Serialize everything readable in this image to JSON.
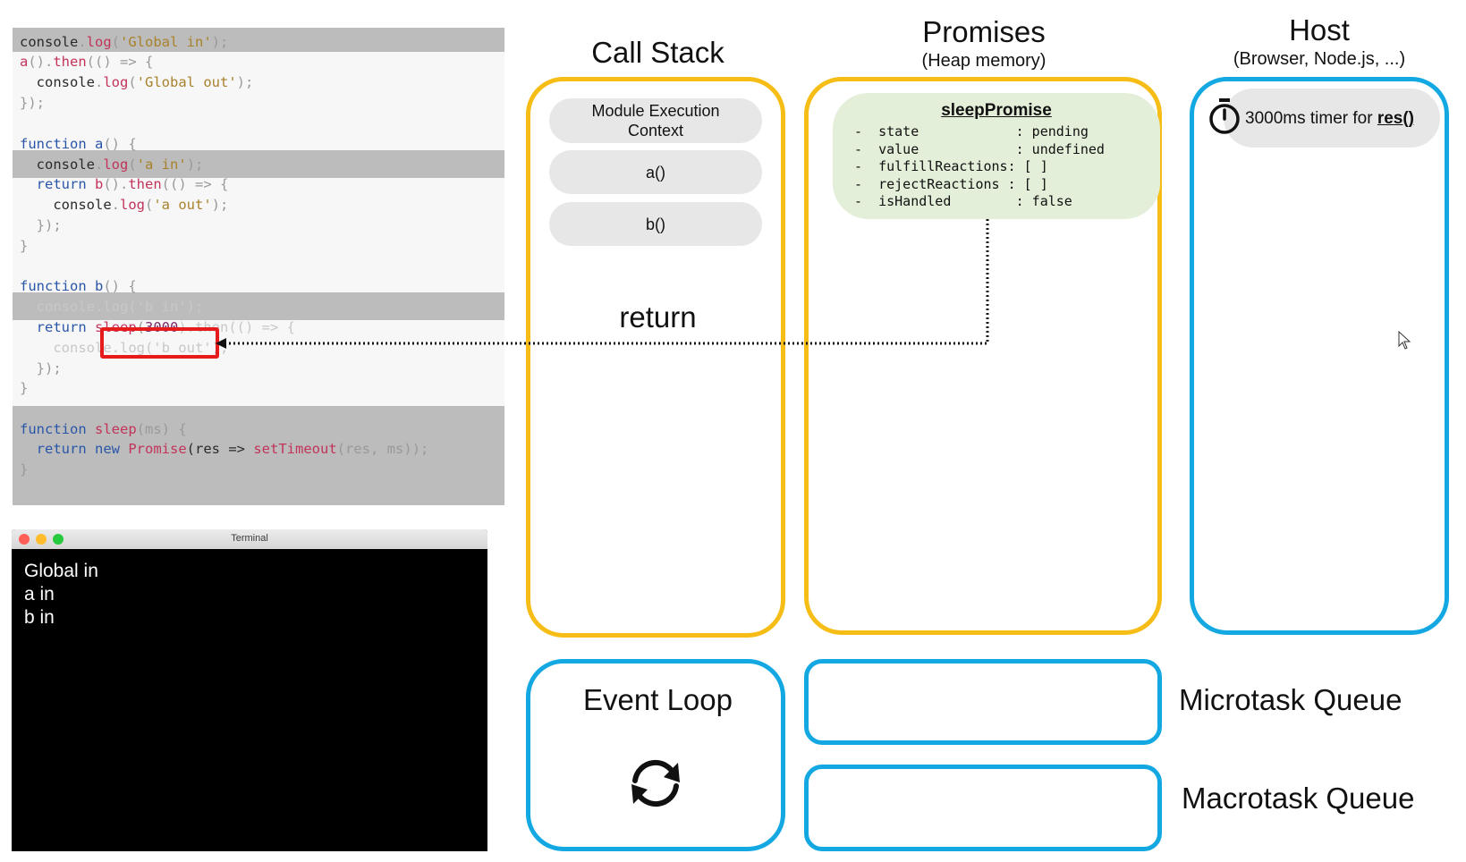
{
  "code": {
    "lines": [
      [
        "console",
        ".",
        "log",
        "(",
        "'Global in'",
        ");"
      ],
      [
        "a",
        "().",
        "then",
        "(() => {"
      ],
      [
        "  console",
        ".",
        "log",
        "(",
        "'Global out'",
        ");"
      ],
      [
        "});"
      ],
      [
        ""
      ],
      [
        "function",
        " ",
        "a",
        "() {"
      ],
      [
        "  console",
        ".",
        "log",
        "(",
        "'a in'",
        ");"
      ],
      [
        "  return",
        " ",
        "b",
        "().",
        "then",
        "(() => {"
      ],
      [
        "    console",
        ".",
        "log",
        "(",
        "'a out'",
        ");"
      ],
      [
        "  });"
      ],
      [
        "}"
      ],
      [
        ""
      ],
      [
        "function",
        " ",
        "b",
        "() {"
      ],
      [
        "  console.log('b in');"
      ],
      [
        "  return",
        " ",
        "sleep",
        "(",
        "3000",
        ").then(() => {"
      ],
      [
        "    console.log('b out');"
      ],
      [
        "  });"
      ],
      [
        "}"
      ],
      [
        ""
      ],
      [
        "function",
        " ",
        "sleep",
        "(ms) {"
      ],
      [
        "  return",
        " ",
        "new",
        " ",
        "Promise",
        "(res => ",
        "setTimeout",
        "(res, ms));"
      ],
      [
        "}"
      ]
    ]
  },
  "terminal": {
    "title": "Terminal",
    "lines": [
      "Global in",
      "a in",
      "b in"
    ]
  },
  "call_stack": {
    "title": "Call Stack",
    "frames": [
      "Module Execution Context",
      "a()",
      "b()"
    ],
    "return_label": "return"
  },
  "promises": {
    "title": "Promises",
    "subtitle": "(Heap memory)",
    "promise": {
      "name": "sleepPromise",
      "fields": [
        "-  state            : pending",
        "-  value            : undefined",
        "-  fulfillReactions: [ ]",
        "-  rejectReactions : [ ]",
        "-  isHandled        : false"
      ]
    }
  },
  "host": {
    "title": "Host",
    "subtitle": "(Browser, Node.js, ...)",
    "timer_prefix": "3000ms timer for",
    "timer_callback": "res()"
  },
  "event_loop": {
    "title": "Event Loop"
  },
  "queues": {
    "microtask": "Microtask Queue",
    "macrotask": "Macrotask Queue"
  },
  "colors": {
    "stack_border": "#f6bd16",
    "host_border": "#14a8e2",
    "promise_bg": "#e3efd9",
    "highlight": "#e61b1b"
  }
}
